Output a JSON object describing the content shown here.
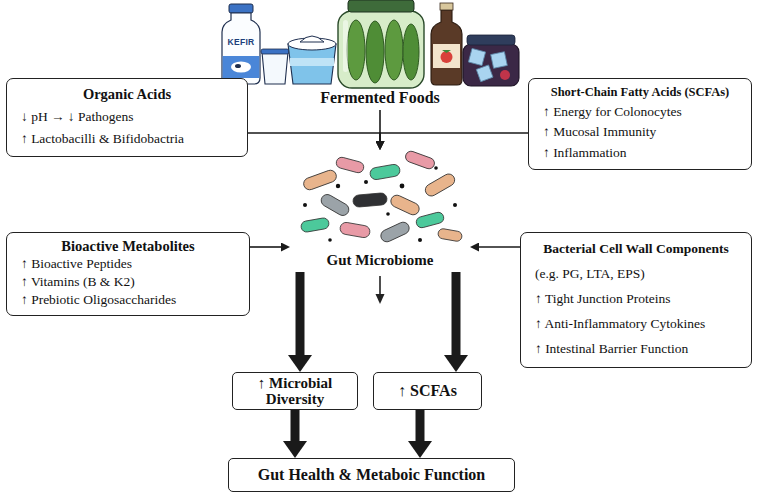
{
  "diagram": {
    "nodes": [
      {
        "text": [
          "Fermented Foods"
        ]
      },
      {
        "text": [
          "Organic Acids",
          "↓ pH → ↓ Pathogens",
          "↑ Lactobacilli & Bifidobactria"
        ]
      },
      {
        "text": [
          "Short-Chain Fatty Acids (SCFAs)",
          "↑ Energy for Colonocytes",
          "↑ Mucosal Immunity",
          "↑ Inflammation"
        ]
      },
      {
        "text": [
          "Bioactive Metabolites",
          "↑ Bioactive Peptides",
          "↑ Vitamins (B & K2)",
          "↑ Prebiotic Oligosaccharides"
        ]
      },
      {
        "text": [
          "Gut Microbiome"
        ]
      },
      {
        "text": [
          "Bacterial Cell Wall Components",
          "(e.g. PG, LTA, EPS)",
          "↑ Tight Junction Proteins",
          "↑ Anti-Inflammatory Cytokines",
          "↑ Intestinal Barrier Function"
        ]
      },
      {
        "text": [
          "↑ Microbial Diversity"
        ]
      },
      {
        "text": [
          "↑ SCFAs"
        ]
      },
      {
        "text": [
          "Gut Health & Metaboic Function"
        ]
      }
    ],
    "edges": [
      {
        "from": 0,
        "to": 4,
        "arrow": "to"
      },
      {
        "from": 1,
        "to": 4,
        "arrow": "to"
      },
      {
        "from": 2,
        "to": 4,
        "arrow": "to"
      },
      {
        "from": 3,
        "to": 4,
        "arrow": "to"
      },
      {
        "from": 5,
        "to": 4,
        "arrow": "to"
      },
      {
        "from": 4,
        "to": 6,
        "arrow": "to"
      },
      {
        "from": 4,
        "to": 7,
        "arrow": "to"
      },
      {
        "from": 6,
        "to": 8,
        "arrow": "to"
      },
      {
        "from": 7,
        "to": 8,
        "arrow": "to"
      }
    ],
    "labels": [
      "KEFIR"
    ]
  }
}
